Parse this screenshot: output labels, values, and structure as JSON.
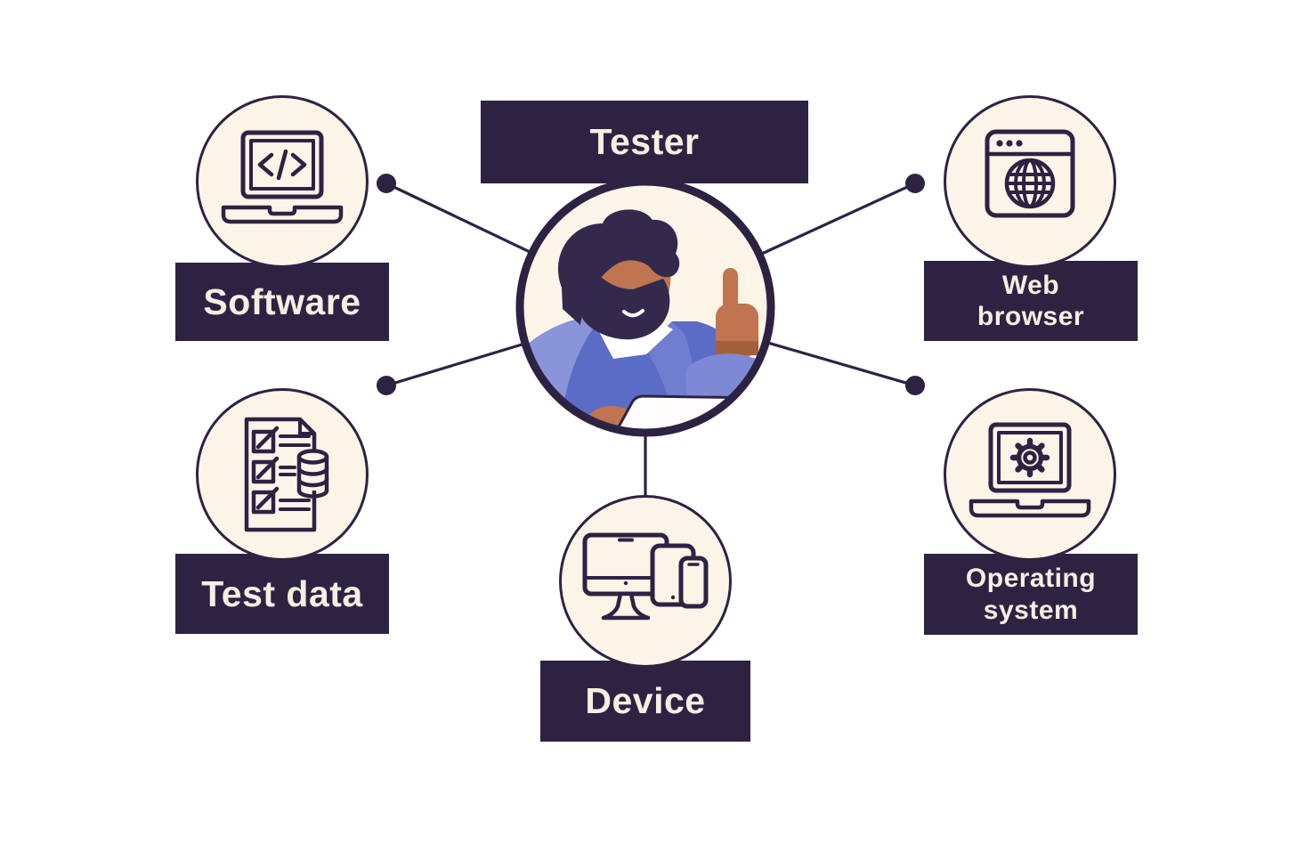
{
  "canvas": {
    "background": "#ffffff"
  },
  "palette": {
    "dark_purple": "#2e2243",
    "circle_cream": "#fbf4e7",
    "label_text": "#f5efe2",
    "sweater_blue": "#5a6cc6",
    "sweater_blue_light": "#8a94d9",
    "sweater_blue_mid": "#6f7ecf",
    "sleeve_blue": "#7d89d4",
    "skin": "#c0744f",
    "skin_shadow": "#a3603c",
    "hair_beard": "#33294d",
    "white": "#ffffff"
  },
  "center": {
    "label": "Tester",
    "illustration": "man-with-beard-thumbs-up-at-laptop"
  },
  "nodes": [
    {
      "id": "software",
      "label": "Software",
      "icon": "laptop-code-icon"
    },
    {
      "id": "web_browser",
      "label": "Web\nbrowser",
      "icon": "browser-globe-icon"
    },
    {
      "id": "test_data",
      "label": "Test data",
      "icon": "checklist-database-icon"
    },
    {
      "id": "operating_system",
      "label": "Operating\nsystem",
      "icon": "laptop-gear-icon"
    },
    {
      "id": "device",
      "label": "Device",
      "icon": "desktop-tablet-phone-icon"
    }
  ]
}
